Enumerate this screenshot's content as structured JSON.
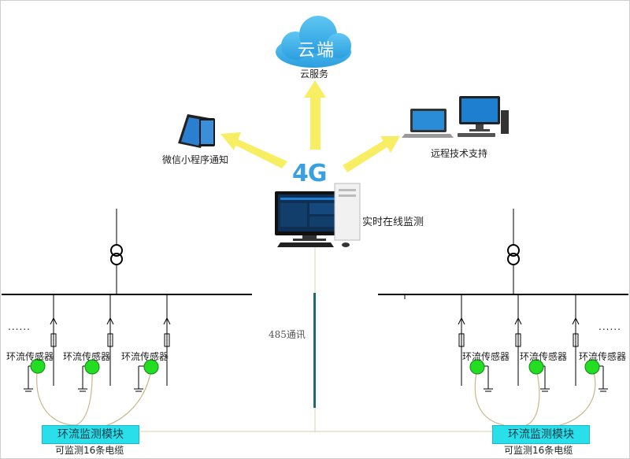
{
  "cloud": {
    "title": "云端",
    "subtitle": "云服务"
  },
  "wechat": {
    "label": "微信小程序通知"
  },
  "remote": {
    "label": "远程技术支持"
  },
  "monitor": {
    "badge": "4G",
    "label": "实时在线监测"
  },
  "bus": {
    "comm_label": "485通讯"
  },
  "left": {
    "dots": "......",
    "sensors": [
      "环流传感器",
      "环流传感器",
      "环流传感器"
    ],
    "module_label": "环流监测模块",
    "caption": "可监测16条电缆"
  },
  "right": {
    "dots": "......",
    "sensors": [
      "环流传感器",
      "环流传感器",
      "环流传感器"
    ],
    "module_label": "环流监测模块",
    "caption": "可监测16条电缆"
  },
  "colors": {
    "arrow": "#f7ee63",
    "cloud": "#3aaee8",
    "sensor_green": "#22dd22",
    "module": "#29e0ea",
    "comm_line": "#1f6b6b"
  }
}
